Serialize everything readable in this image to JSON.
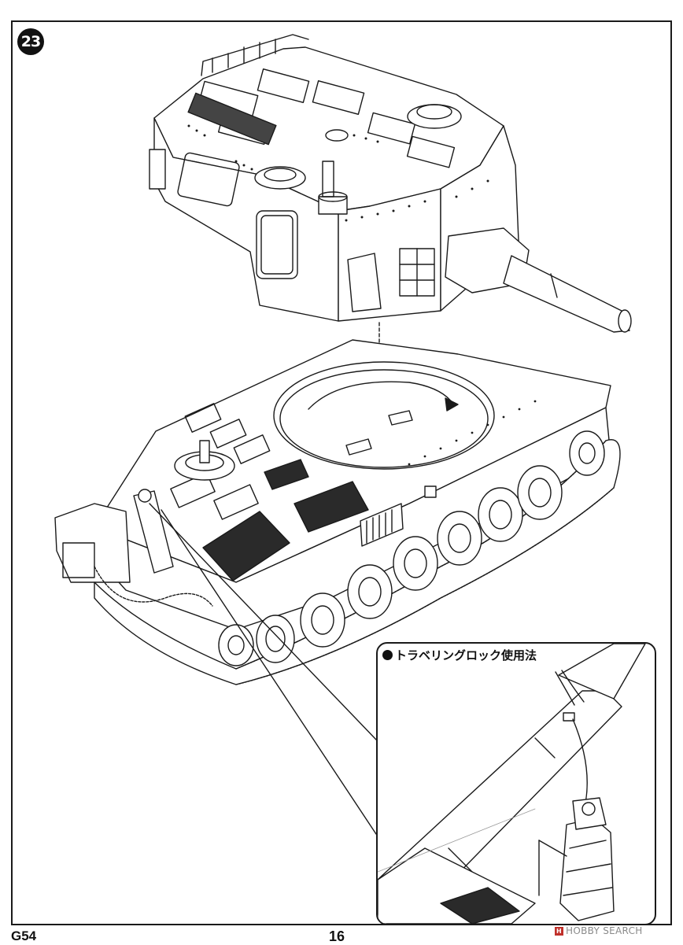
{
  "step": {
    "number": "23"
  },
  "callout": {
    "title": "トラベリングロック使用法"
  },
  "footer": {
    "code": "G54",
    "page_number": "16"
  },
  "watermark": {
    "text": "HOBBY SEARCH",
    "icon": "hobbysearch-logo-icon"
  },
  "colors": {
    "line": "#1a1a1a",
    "grille": "#2a2a2a",
    "watermark": "#8a8a8a",
    "watermark_logo": "#c0302a"
  }
}
